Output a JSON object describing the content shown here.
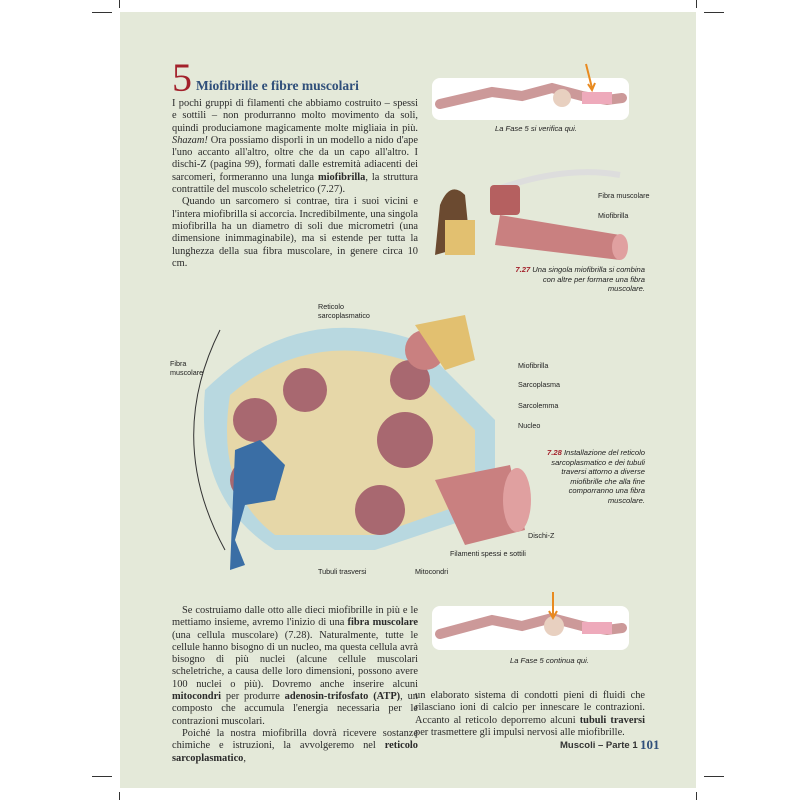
{
  "section": {
    "number": "5",
    "title": "Miofibrille e fibre muscolari"
  },
  "para1": {
    "a": "I pochi gruppi di filamenti che abbiamo costruito – spessi e sottili – non produrranno molto movimento da soli, quindi produciamone magicamente molte migliaia in più. ",
    "b": "Shazam!",
    "c": " Ora possiamo disporli in un modello a nido d'ape l'uno accanto all'altro, oltre che da un capo all'altro. I dischi-Z (pagina 99), formati dalle estremità adiacenti dei sarcomeri, formeranno una lunga ",
    "d": "miofibrilla",
    "e": ", la struttura contrattile del muscolo scheletrico (7.27)."
  },
  "para2": "Quando un sarcomero si contrae, tira i suoi vicini e l'intera miofibrilla si accorcia. Incredibilmente, una singola miofibrilla ha un diametro di soli due micrometri (una dimensione inimmaginabile), ma si estende per tutta la lunghezza della sua fibra muscolare, in genere circa 10 cm.",
  "para3": {
    "a": "Se costruiamo dalle otto alle dieci miofibrille in più e le mettiamo insieme, avremo l'inizio di una ",
    "b": "fibra muscolare",
    "c": " (una cellula muscolare) (7.28). Naturalmente, tutte le cellule hanno bisogno di un nucleo, ma questa cellula avrà bisogno di più nuclei (alcune cellule muscolari scheletriche, a causa delle loro dimensioni, possono avere 100 nuclei o più). Dovremo anche inserire alcuni ",
    "d": "mitocondri",
    "e": " per produrre ",
    "f": "adenosin-trifosfato (ATP)",
    "g": ", un composto che accumula l'energia necessaria per le contrazioni muscolari."
  },
  "para4": {
    "a": "Poiché la nostra miofibrilla dovrà ricevere sostanze chimiche e istruzioni, la avvolgeremo nel ",
    "b": "reticolo sarcoplasmatico",
    "c": ","
  },
  "para5": {
    "a": "un elaborato sistema di condotti pieni di fluidi che rilasciano ioni di calcio per innescare le contrazioni. Accanto al reticolo deporremo alcuni ",
    "b": "tubuli traversi",
    "c": " per trasmettere gli impulsi nervosi alle miofibrille."
  },
  "fig_top": {
    "caption": "La Fase 5 si verifica qui."
  },
  "fig_727": {
    "labels": [
      "Fibra muscolare",
      "Miofibrilla"
    ],
    "num": "7.27",
    "caption": " Una singola miofibrilla si combina con altre per formare una fibra muscolare."
  },
  "fig_728": {
    "labels": {
      "reticolo": "Reticolo sarcoplasmatico",
      "fibra": "Fibra muscolare",
      "miofibrilla": "Miofibrilla",
      "sarcoplasma": "Sarcoplasma",
      "sarcolemma": "Sarcolemma",
      "nucleo": "Nucleo",
      "dischi": "Dischi-Z",
      "filamenti": "Filamenti spessi e sottili",
      "mitocondri": "Mitocondri",
      "tubuli": "Tubuli trasversi"
    },
    "num": "7.28",
    "caption": " Installazione del reticolo sarcoplasmatico e dei tubuli traversi attorno a diverse miofibrille che alla fine comporranno una fibra muscolare."
  },
  "fig_bottom": {
    "caption": "La Fase 5 continua qui."
  },
  "footer": {
    "label": "Muscoli – Parte 1",
    "page": "101"
  },
  "colors": {
    "accent_red": "#a3212b",
    "heading_blue": "#2f4f7a",
    "page_bg": "#e4e9d9"
  }
}
